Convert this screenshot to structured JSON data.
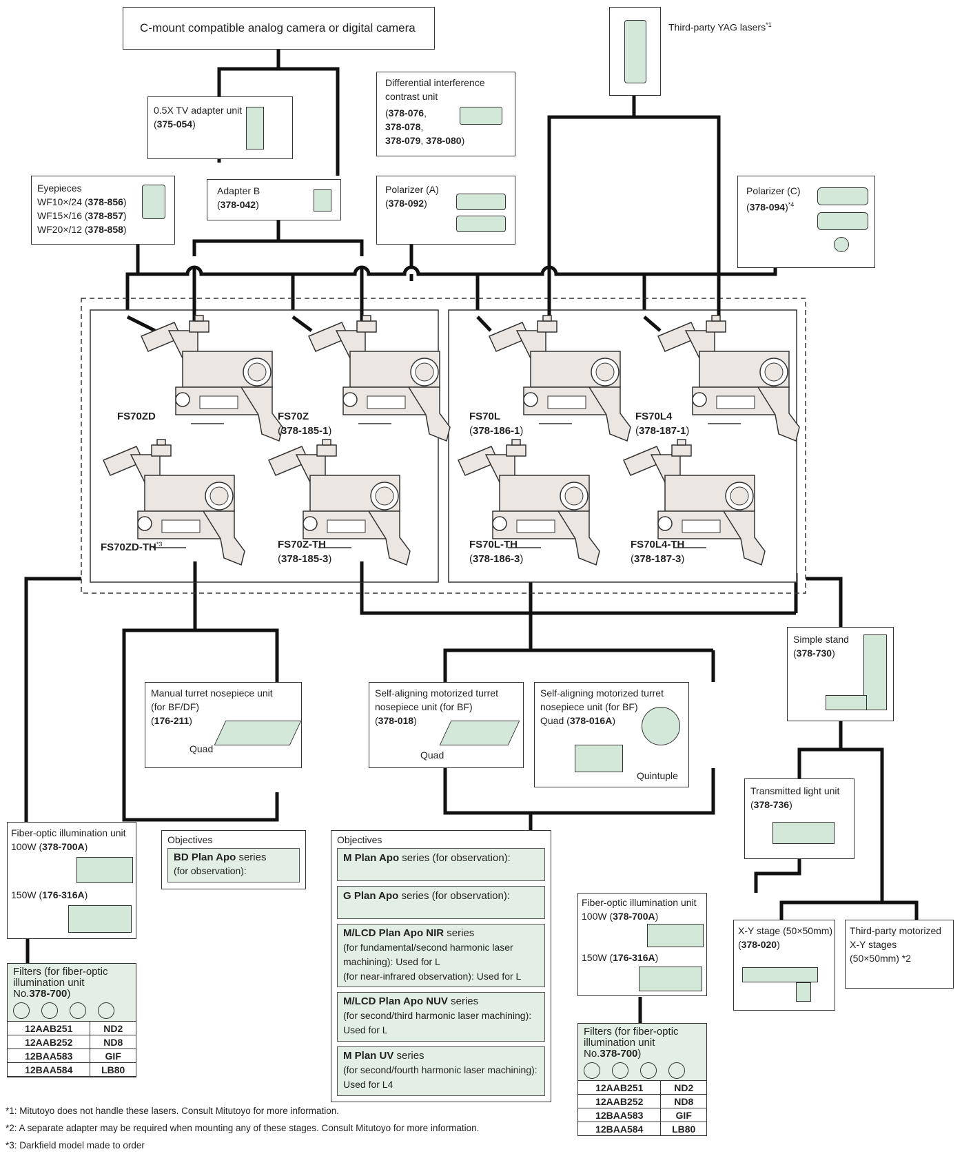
{
  "camera": {
    "label": "C-mount compatible analog camera or digital camera"
  },
  "yag": {
    "label": "Third-party YAG lasers",
    "sup": "*1"
  },
  "tv_adapter": {
    "line1": "0.5X TV adapter unit",
    "code": "375-054"
  },
  "adapter_b": {
    "line1": "Adapter B",
    "code": "378-042"
  },
  "dic": {
    "line1": "Differential interference",
    "line2": "contrast unit",
    "c1": "378-076",
    "c2": "378-078",
    "c3": "378-079",
    "c4": "378-080"
  },
  "polarizer_a": {
    "line1": "Polarizer (A)",
    "code": "378-092"
  },
  "polarizer_c": {
    "line1": "Polarizer (C)",
    "code": "378-094",
    "sup": "*4"
  },
  "eyepieces": {
    "title": "Eyepieces",
    "items": [
      {
        "pre": "WF10×/24 (",
        "code": "378-856"
      },
      {
        "pre": "WF15×/16 (",
        "code": "378-857"
      },
      {
        "pre": "WF20×/12 (",
        "code": "378-858"
      }
    ]
  },
  "models": [
    {
      "name": "FS70ZD",
      "code": "",
      "sup": ""
    },
    {
      "name": "FS70Z",
      "code": "378-185-1",
      "sup": ""
    },
    {
      "name": "FS70L",
      "code": "378-186-1",
      "sup": ""
    },
    {
      "name": "FS70L4",
      "code": "378-187-1",
      "sup": ""
    },
    {
      "name": "FS70ZD-TH",
      "code": "",
      "sup": "*3"
    },
    {
      "name": "FS70Z-TH",
      "code": "378-185-3",
      "sup": ""
    },
    {
      "name": "FS70L-TH",
      "code": "378-186-3",
      "sup": ""
    },
    {
      "name": "FS70L4-TH",
      "code": "378-187-3",
      "sup": ""
    }
  ],
  "simple_stand": {
    "line1": "Simple stand",
    "code": "378-730"
  },
  "manual_turret": {
    "line1": "Manual turret nosepiece unit",
    "line2": "(for BF/DF)",
    "code": "176-211",
    "type": "Quad"
  },
  "motor_turret_bf": {
    "line1": "Self-aligning motorized turret",
    "line2": "nosepiece unit (for BF)",
    "code": "378-018",
    "type": "Quad"
  },
  "motor_turret_bf2": {
    "line1": "Self-aligning motorized turret",
    "line2": "nosepiece unit (for BF)",
    "pre": "Quad (",
    "code": "378-016A",
    "type": "Quintuple"
  },
  "transmitted": {
    "line1": "Transmitted light unit",
    "code": "378-736"
  },
  "fiber_left": {
    "line1": "Fiber-optic illumination unit",
    "p100": "100W (",
    "c100": "378-700A",
    "p150": "150W (",
    "c150": "176-316A"
  },
  "fiber_right": {
    "line1": "Fiber-optic illumination unit",
    "p100": "100W (",
    "c100": "378-700A",
    "p150": "150W (",
    "c150": "176-316A"
  },
  "filters": {
    "line1": "Filters (for fiber-optic",
    "line2": "illumination unit",
    "pre": "No.",
    "code": "378-700",
    "rows": [
      [
        "12AAB251",
        "ND2"
      ],
      [
        "12AAB252",
        "ND8"
      ],
      [
        "12BAA583",
        "GIF"
      ],
      [
        "12BAA584",
        "LB80"
      ]
    ]
  },
  "objectives_left": {
    "title": "Objectives",
    "items": [
      {
        "bold": "BD Plan Apo",
        "rest": " series",
        "line2": "(for observation):"
      }
    ]
  },
  "objectives_right": {
    "title": "Objectives",
    "items": [
      {
        "bold": "M Plan Apo",
        "rest": " series (for observation):",
        "lines": []
      },
      {
        "bold": "G Plan Apo",
        "rest": " series (for observation):",
        "lines": []
      },
      {
        "bold": "M/LCD Plan Apo NIR",
        "rest": " series",
        "lines": [
          "(for fundamental/second harmonic laser",
          "machining): Used for L",
          "(for near-infrared observation): Used for L"
        ]
      },
      {
        "bold": "M/LCD Plan Apo NUV",
        "rest": " series",
        "lines": [
          "(for second/third harmonic laser machining):",
          "Used for L"
        ]
      },
      {
        "bold": "M Plan UV",
        "rest": " series",
        "lines": [
          "(for second/fourth harmonic laser machining):",
          "Used for L4"
        ]
      }
    ]
  },
  "xy_stage": {
    "line1": "X-Y stage (50×50mm)",
    "code": "378-020"
  },
  "third_party_xy": {
    "line1": "Third-party motorized",
    "line2": "X-Y stages",
    "line3": "(50×50mm) *2"
  },
  "notes": [
    "*1: Mitutoyo does not handle these lasers. Consult Mitutoyo for more information.",
    "*2: A separate adapter may be required when mounting any of these stages. Consult Mitutoyo for more information.",
    "*3: Darkfield model made to order"
  ],
  "colors": {
    "part_fill": "#d4e8d9",
    "objective_fill": "#e3efe5",
    "microscope_fill": "#ebe6e2",
    "line": "#111111"
  }
}
